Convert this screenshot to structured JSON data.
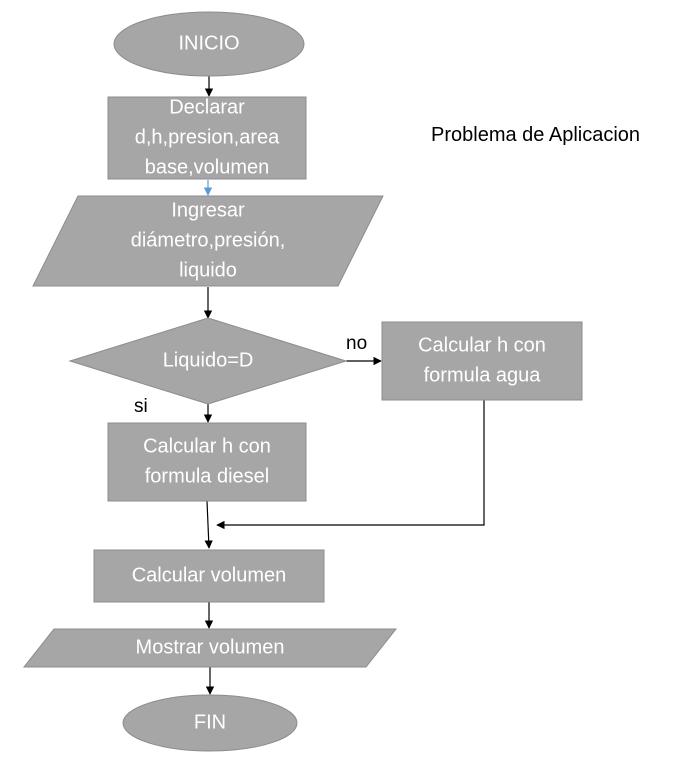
{
  "title": "Problema de Aplicacion",
  "colors": {
    "shape_fill": "#a6a6a6",
    "shape_text": "#ffffff",
    "connector": "#000000",
    "connector_accent": "#5b9bd5"
  },
  "nodes": {
    "inicio": {
      "shape": "terminator",
      "lines": [
        "INICIO"
      ]
    },
    "declarar": {
      "shape": "process",
      "lines": [
        "Declarar",
        "d,h,presion,area",
        "base,volumen"
      ]
    },
    "ingresar": {
      "shape": "input-output",
      "lines": [
        "Ingresar",
        "diámetro,presión,",
        "liquido"
      ]
    },
    "decision": {
      "shape": "decision",
      "lines": [
        "Liquido=D"
      ]
    },
    "calc_agua": {
      "shape": "process",
      "lines": [
        "Calcular h con",
        "formula agua"
      ]
    },
    "calc_diesel": {
      "shape": "process",
      "lines": [
        "Calcular h con",
        "formula diesel"
      ]
    },
    "calc_volumen": {
      "shape": "process",
      "lines": [
        "Calcular volumen"
      ]
    },
    "mostrar": {
      "shape": "input-output",
      "lines": [
        "Mostrar volumen"
      ]
    },
    "fin": {
      "shape": "terminator",
      "lines": [
        "FIN"
      ]
    }
  },
  "edges": [
    {
      "from": "inicio",
      "to": "declarar",
      "label": ""
    },
    {
      "from": "declarar",
      "to": "ingresar",
      "label": ""
    },
    {
      "from": "ingresar",
      "to": "decision",
      "label": ""
    },
    {
      "from": "decision",
      "to": "calc_agua",
      "label": "no"
    },
    {
      "from": "decision",
      "to": "calc_diesel",
      "label": "si"
    },
    {
      "from": "calc_diesel",
      "to": "calc_volumen",
      "label": ""
    },
    {
      "from": "calc_agua",
      "to": "calc_volumen",
      "label": ""
    },
    {
      "from": "calc_volumen",
      "to": "mostrar",
      "label": ""
    },
    {
      "from": "mostrar",
      "to": "fin",
      "label": ""
    }
  ]
}
